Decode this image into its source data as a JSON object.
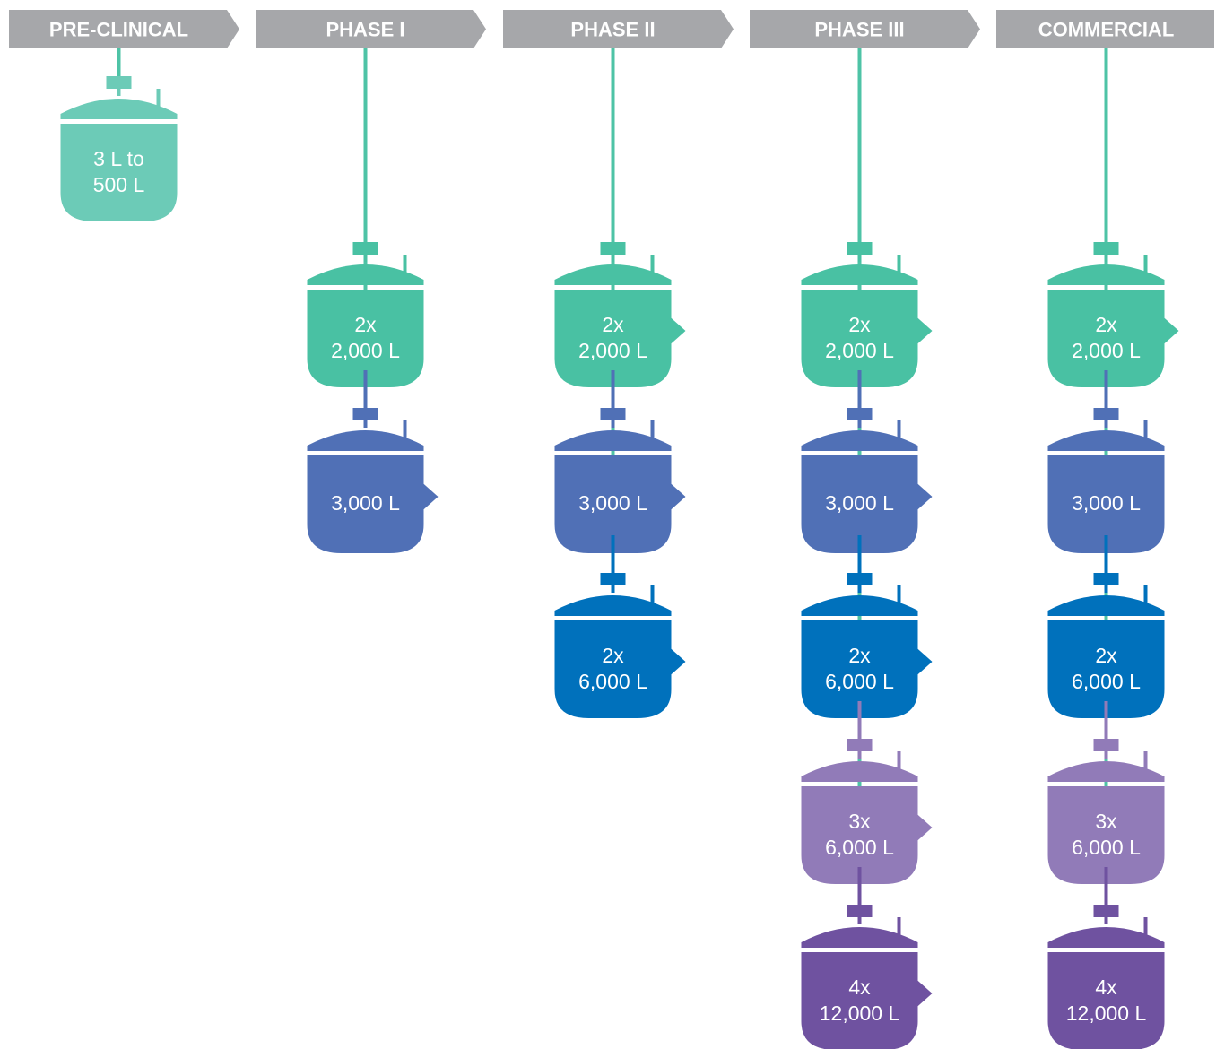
{
  "colors": {
    "header_bg": "#a6a7aa",
    "header_text": "#ffffff",
    "text": "#ffffff",
    "line_teal": "#4ec3a6",
    "tones": {
      "teal_light": "#6ccbb7",
      "teal": "#49c1a3",
      "blue_mid": "#5070b6",
      "blue": "#0071bc",
      "lavender": "#917bb8",
      "purple": "#6f52a0"
    }
  },
  "phases": [
    {
      "label": "PRE-CLINICAL",
      "vessels": [
        {
          "lines": [
            "3 L to",
            "500 L"
          ],
          "tone": "teal_light",
          "arrow": false
        }
      ]
    },
    {
      "label": "PHASE I",
      "vessels": [
        {
          "lines": [
            "2x",
            "2,000 L"
          ],
          "tone": "teal",
          "arrow": false
        },
        {
          "lines": [
            "3,000 L"
          ],
          "tone": "blue_mid",
          "arrow": true
        }
      ]
    },
    {
      "label": "PHASE II",
      "vessels": [
        {
          "lines": [
            "2x",
            "2,000 L"
          ],
          "tone": "teal",
          "arrow": true
        },
        {
          "lines": [
            "3,000 L"
          ],
          "tone": "blue_mid",
          "arrow": true
        },
        {
          "lines": [
            "2x",
            "6,000 L"
          ],
          "tone": "blue",
          "arrow": true
        }
      ]
    },
    {
      "label": "PHASE III",
      "vessels": [
        {
          "lines": [
            "2x",
            "2,000 L"
          ],
          "tone": "teal",
          "arrow": true
        },
        {
          "lines": [
            "3,000 L"
          ],
          "tone": "blue_mid",
          "arrow": true
        },
        {
          "lines": [
            "2x",
            "6,000 L"
          ],
          "tone": "blue",
          "arrow": true
        },
        {
          "lines": [
            "3x",
            "6,000 L"
          ],
          "tone": "lavender",
          "arrow": true
        },
        {
          "lines": [
            "4x",
            "12,000 L"
          ],
          "tone": "purple",
          "arrow": true
        }
      ]
    },
    {
      "label": "COMMERCIAL",
      "vessels": [
        {
          "lines": [
            "2x",
            "2,000 L"
          ],
          "tone": "teal",
          "arrow": true
        },
        {
          "lines": [
            "3,000 L"
          ],
          "tone": "blue_mid",
          "arrow": false
        },
        {
          "lines": [
            "2x",
            "6,000 L"
          ],
          "tone": "blue",
          "arrow": false
        },
        {
          "lines": [
            "3x",
            "6,000 L"
          ],
          "tone": "lavender",
          "arrow": false
        },
        {
          "lines": [
            "4x",
            "12,000 L"
          ],
          "tone": "purple",
          "arrow": false
        }
      ]
    }
  ]
}
